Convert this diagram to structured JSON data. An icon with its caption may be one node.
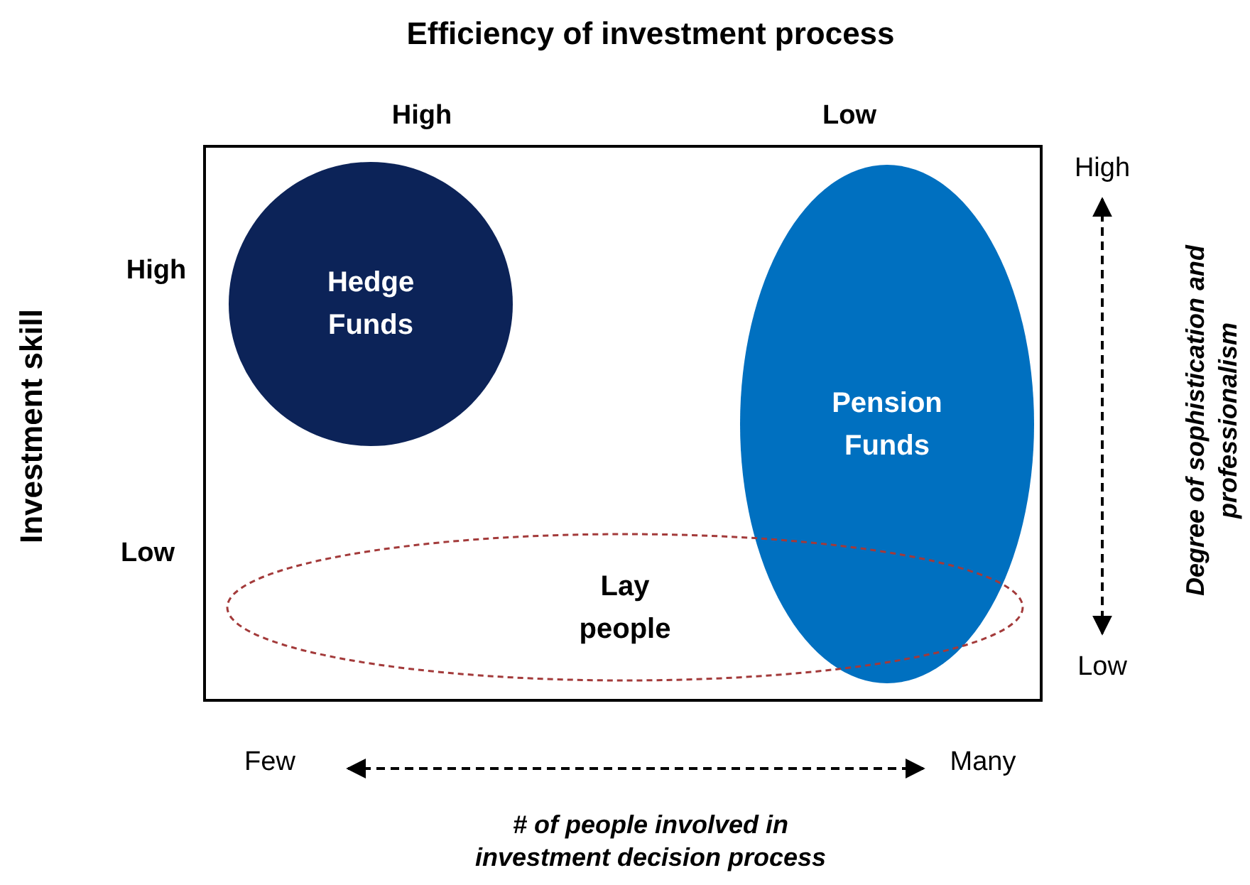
{
  "diagram": {
    "title": "Efficiency of investment process",
    "nodes": [
      {
        "text": [],
        "shape": "box"
      },
      {
        "text": [
          "Hedge Funds"
        ],
        "in": 0
      },
      {
        "text": [
          "Pension Funds"
        ],
        "in": 0
      },
      {
        "text": [
          "Lay people"
        ],
        "in": 0
      }
    ],
    "labels": [
      "High",
      "Low",
      "High",
      "Investment skill",
      "High",
      "Low",
      "Degree of sophistication and professionalism",
      "Low",
      "Few",
      "Many",
      "# of people involved in investment decision process"
    ]
  }
}
